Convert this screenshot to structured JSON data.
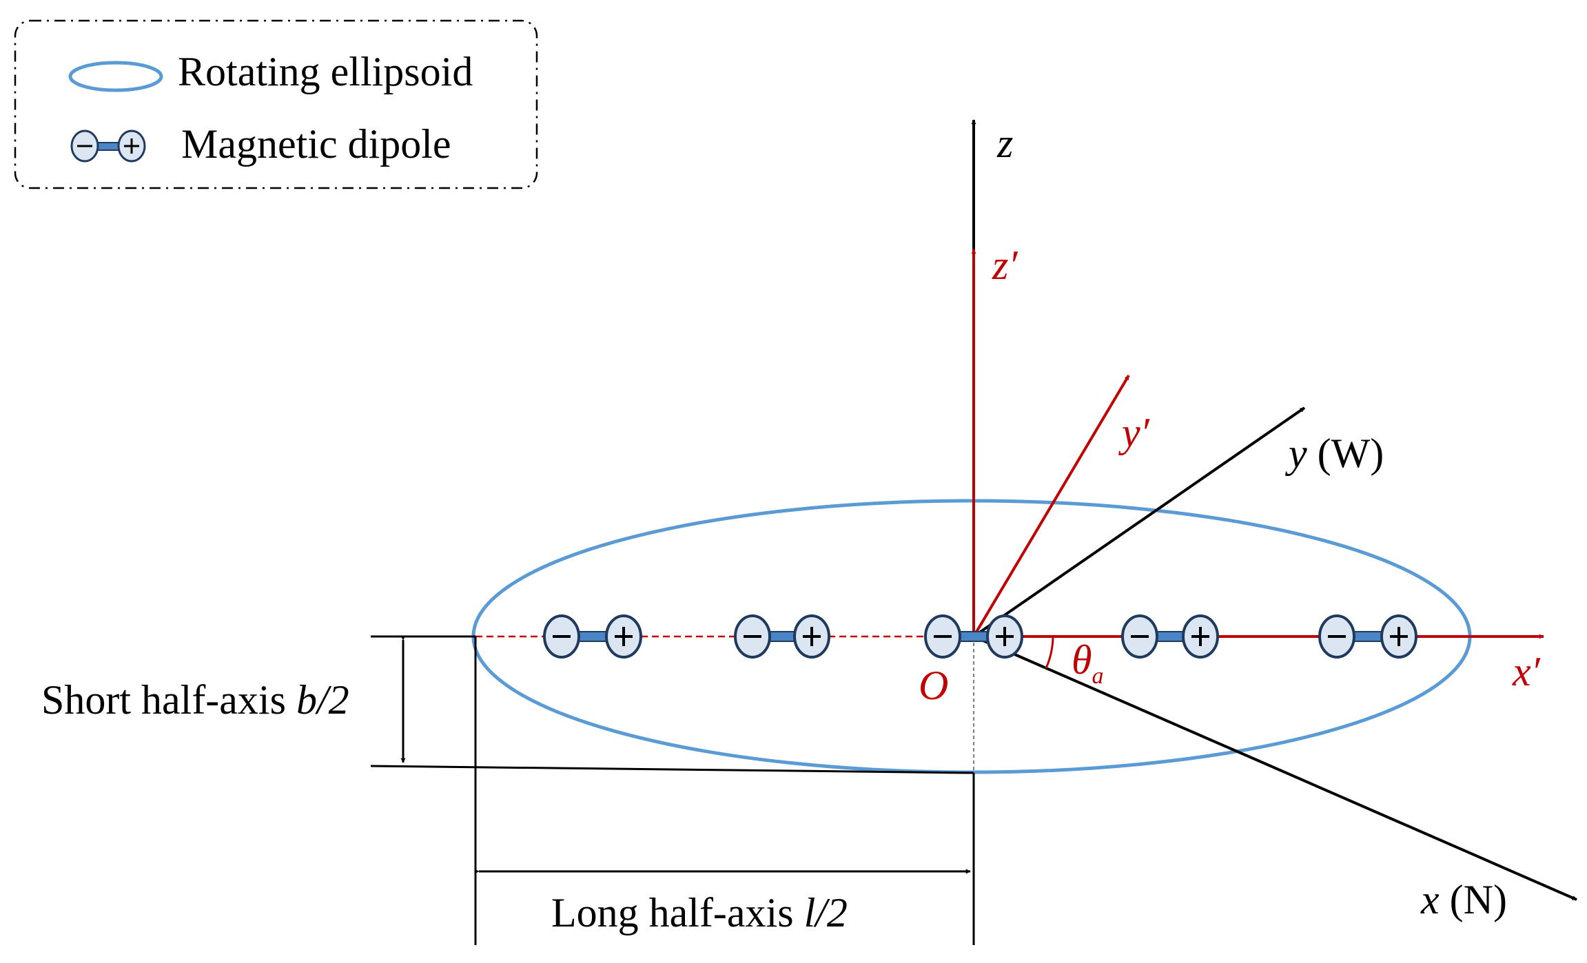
{
  "legend": {
    "items": [
      {
        "label": "Rotating ellipsoid"
      },
      {
        "label": "Magnetic dipole"
      }
    ]
  },
  "axes": {
    "z": "z",
    "z_prime": "z′",
    "y_prime": "y′",
    "y": "y",
    "y_dir": "(W)",
    "x_prime": "x′",
    "x": "x",
    "x_dir": "(N)",
    "origin": "O",
    "angle_symbol": "θ",
    "angle_subscript": "a"
  },
  "dimensions": {
    "short_text": "Short half-axis ",
    "short_var": "b/2",
    "long_text": "Long half-axis ",
    "long_var": "l/2"
  },
  "dipole_signs": {
    "minus": "−",
    "plus": "+"
  },
  "colors": {
    "ellipse": "#5b9bd5",
    "dipole_fill": "#dce6f2",
    "dipole_stroke": "#1f3a5c",
    "dipole_bar": "#4a86c5",
    "red_axis": "#c00000",
    "black_axis": "#000000"
  }
}
